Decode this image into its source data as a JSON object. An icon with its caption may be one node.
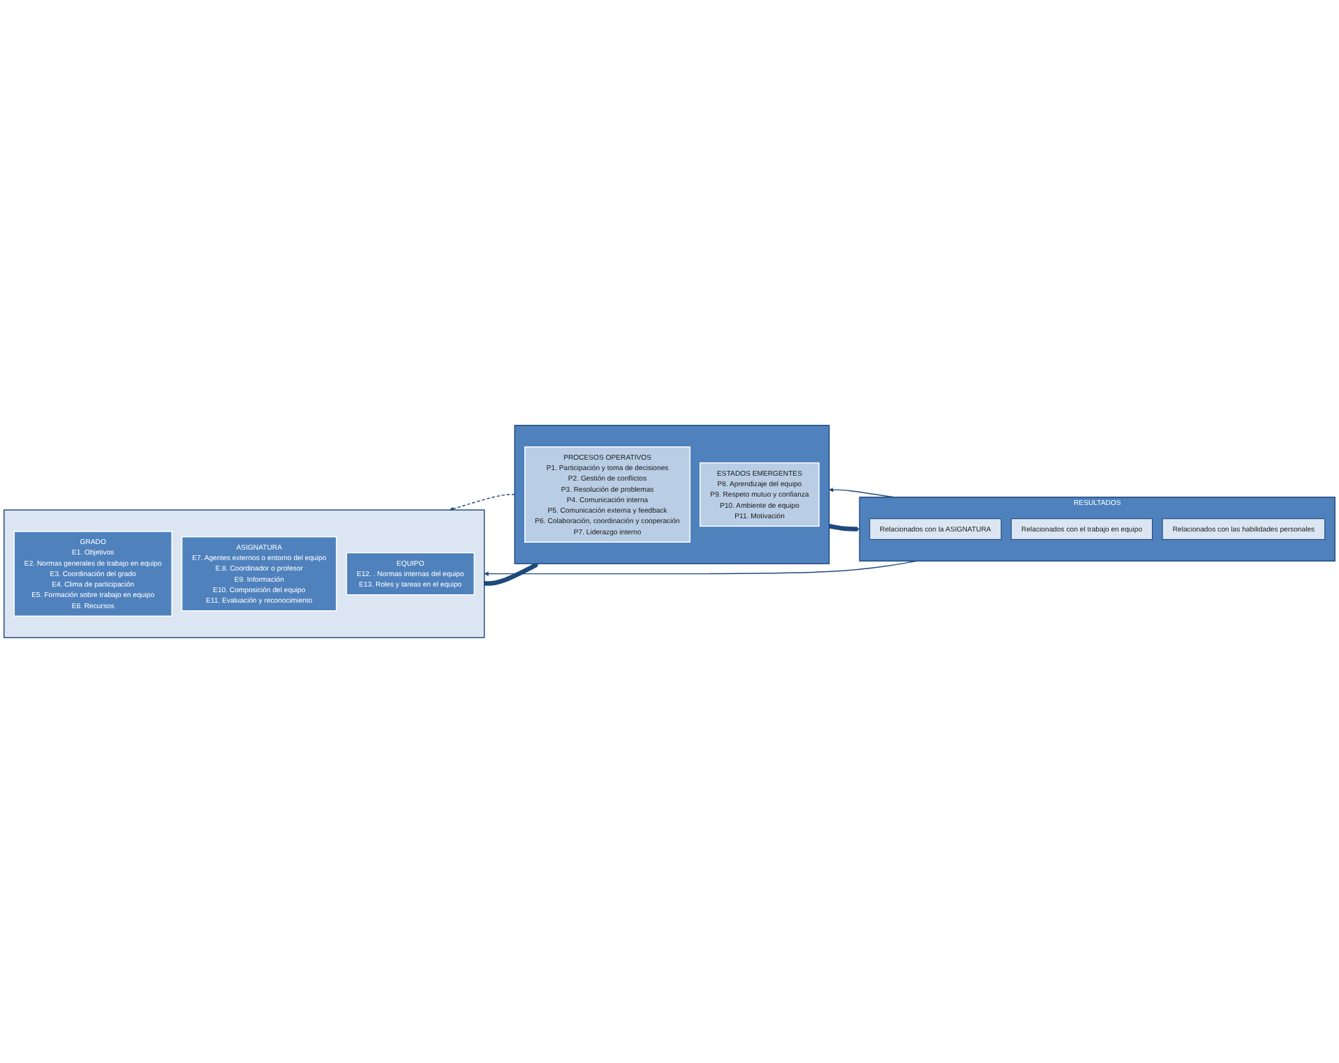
{
  "diagram": {
    "nodes": [
      {
        "text": [],
        "shape": "box"
      },
      {
        "text": [
          "GRADO",
          "E1. Objetivos",
          "E2. Normas generales de trabajo en equipo",
          "E3. Coordinación del grado",
          "E4. Clima de participación",
          "E5. Formación sobre trabajo en equipo",
          "E6. Recursos"
        ],
        "in": 0
      },
      {
        "text": [
          "ASIGNATURA",
          "E7. Agentes externos o entorno del equipo",
          "E.8. Coordinador o profesor",
          "E9. Información",
          "E10. Composición del equipo",
          "E11. Evaluación y reconocimiento"
        ],
        "in": 0
      },
      {
        "text": [
          "EQUIPO",
          "E12. . Normas internas del equipo",
          "E13. Roles y tareas en el equipo"
        ],
        "in": 0
      },
      {
        "text": [],
        "shape": "box"
      },
      {
        "text": [
          "PROCESOS OPERATIVOS",
          "P1. Participación y toma de decisiones",
          "P2. Gestión de conflictos",
          "P3. Resolución de problemas",
          "P4. Comunicación interna",
          "P5. Comunicación externa y feedback",
          "P6. Colaboración, coordinación y cooperación",
          "P7. Liderazgo interno"
        ],
        "in": 4
      },
      {
        "text": [
          "ESTADOS EMERGENTES",
          "P8. Aprendizaje del equipo",
          "P9. Respeto mutuo y confianza",
          "P10. Ambiente de equipo",
          "P11. Motivación"
        ],
        "in": 4
      },
      {
        "text": [
          "RESULTADOS"
        ]
      },
      {
        "text": [
          "Relacionados con la ASIGNATURA"
        ],
        "in": 7
      },
      {
        "text": [
          "Relacionados con el trabajo en equipo"
        ],
        "in": 7
      },
      {
        "text": [
          "Relacionados con las habilidades personales"
        ],
        "in": 7
      }
    ],
    "edges": [
      {
        "from": 0,
        "to": 4,
        "arrow": "to",
        "style": "thick"
      },
      {
        "from": 4,
        "to": 7,
        "arrow": "to",
        "style": "thick"
      },
      {
        "from": 4,
        "to": 0,
        "arrow": "to",
        "style": "dashed"
      },
      {
        "from": 7,
        "to": 4,
        "arrow": "to"
      },
      {
        "from": 7,
        "to": 0,
        "arrow": "to"
      }
    ]
  }
}
